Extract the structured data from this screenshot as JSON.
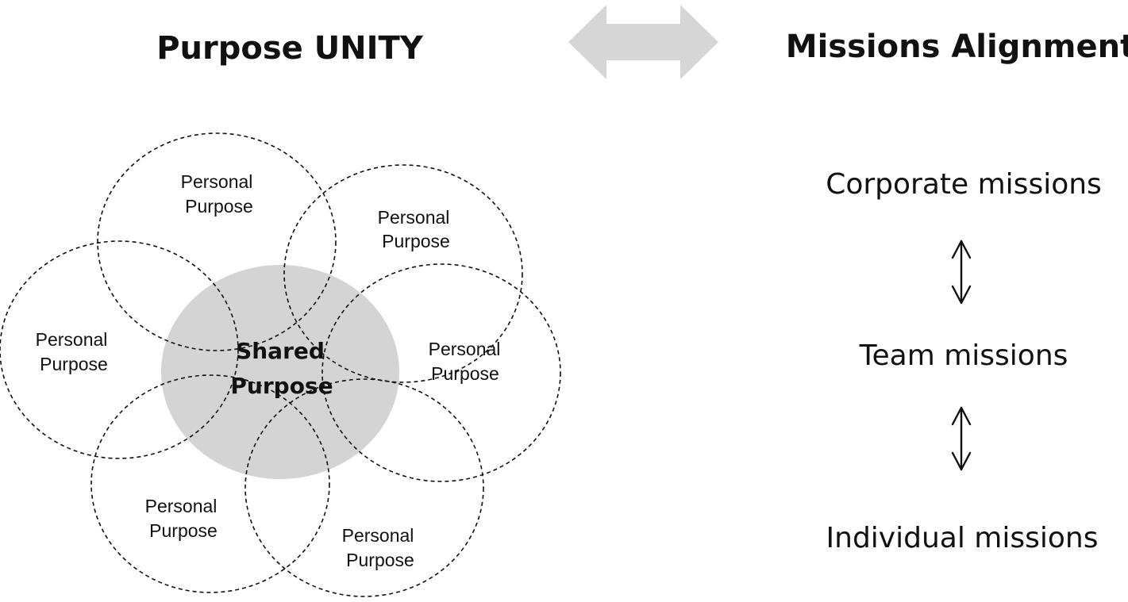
{
  "left_title": "Purpose UNITY",
  "right_title": "Missions Alignment",
  "center_label": [
    "Shared",
    "Purpose"
  ],
  "personal_circles": [
    {
      "lines": [
        "Personal",
        "Purpose"
      ]
    },
    {
      "lines": [
        "Personal",
        "Purpose"
      ]
    },
    {
      "lines": [
        "Personal",
        "Purpose"
      ]
    },
    {
      "lines": [
        "Personal",
        "Purpose"
      ]
    },
    {
      "lines": [
        "Personal",
        "Purpose"
      ]
    },
    {
      "lines": [
        "Personal",
        "Purpose"
      ]
    }
  ],
  "missions": [
    "Corporate missions",
    "Team missions",
    "Individual missions"
  ],
  "colors": {
    "shared_fill": "#d4d4d4",
    "big_arrow": "#d6d6d6",
    "ink": "#111111"
  },
  "icons": {
    "header_arrow": "double-headed-arrow-icon",
    "mission_arrow": "vertical-double-arrow-icon"
  }
}
